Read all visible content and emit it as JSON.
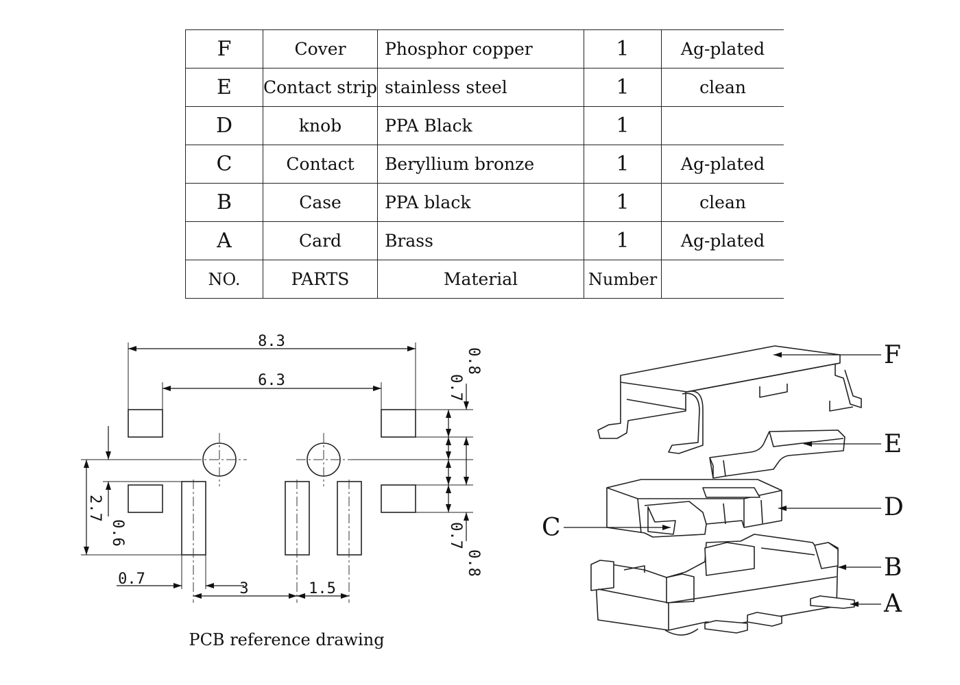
{
  "parts_table": {
    "rows": [
      {
        "no": "F",
        "part": "Cover",
        "material": "Phosphor copper",
        "number": "1",
        "finish": "Ag-plated"
      },
      {
        "no": "E",
        "part": "Contact strip",
        "material": "stainless steel",
        "number": "1",
        "finish": "clean"
      },
      {
        "no": "D",
        "part": "knob",
        "material": "PPA Black",
        "number": "1",
        "finish": ""
      },
      {
        "no": "C",
        "part": "Contact",
        "material": "Beryllium bronze",
        "number": "1",
        "finish": "Ag-plated"
      },
      {
        "no": "B",
        "part": "Case",
        "material": "PPA  black",
        "number": "1",
        "finish": "clean"
      },
      {
        "no": "A",
        "part": "Card",
        "material": "Brass",
        "number": "1",
        "finish": "Ag-plated"
      }
    ],
    "header": {
      "no": "NO.",
      "part": "PARTS",
      "material": "Material",
      "number": "Number",
      "finish": ""
    }
  },
  "pcb_drawing": {
    "caption": "PCB reference drawing",
    "dims": {
      "overall_width": "8.3",
      "inner_width": "6.3",
      "height": "2.7",
      "pad_offset": "0.6",
      "pad_width": "0.7",
      "pitch": "3",
      "pitch_small": "1.5",
      "right_top_outer": "0.8",
      "right_top_inner": "0.7",
      "right_bottom_inner": "0.7",
      "right_bottom_outer": "0.8"
    }
  },
  "exploded_view": {
    "labels": {
      "f": "F",
      "e": "E",
      "d": "D",
      "c": "C",
      "b": "B",
      "a": "A"
    }
  }
}
